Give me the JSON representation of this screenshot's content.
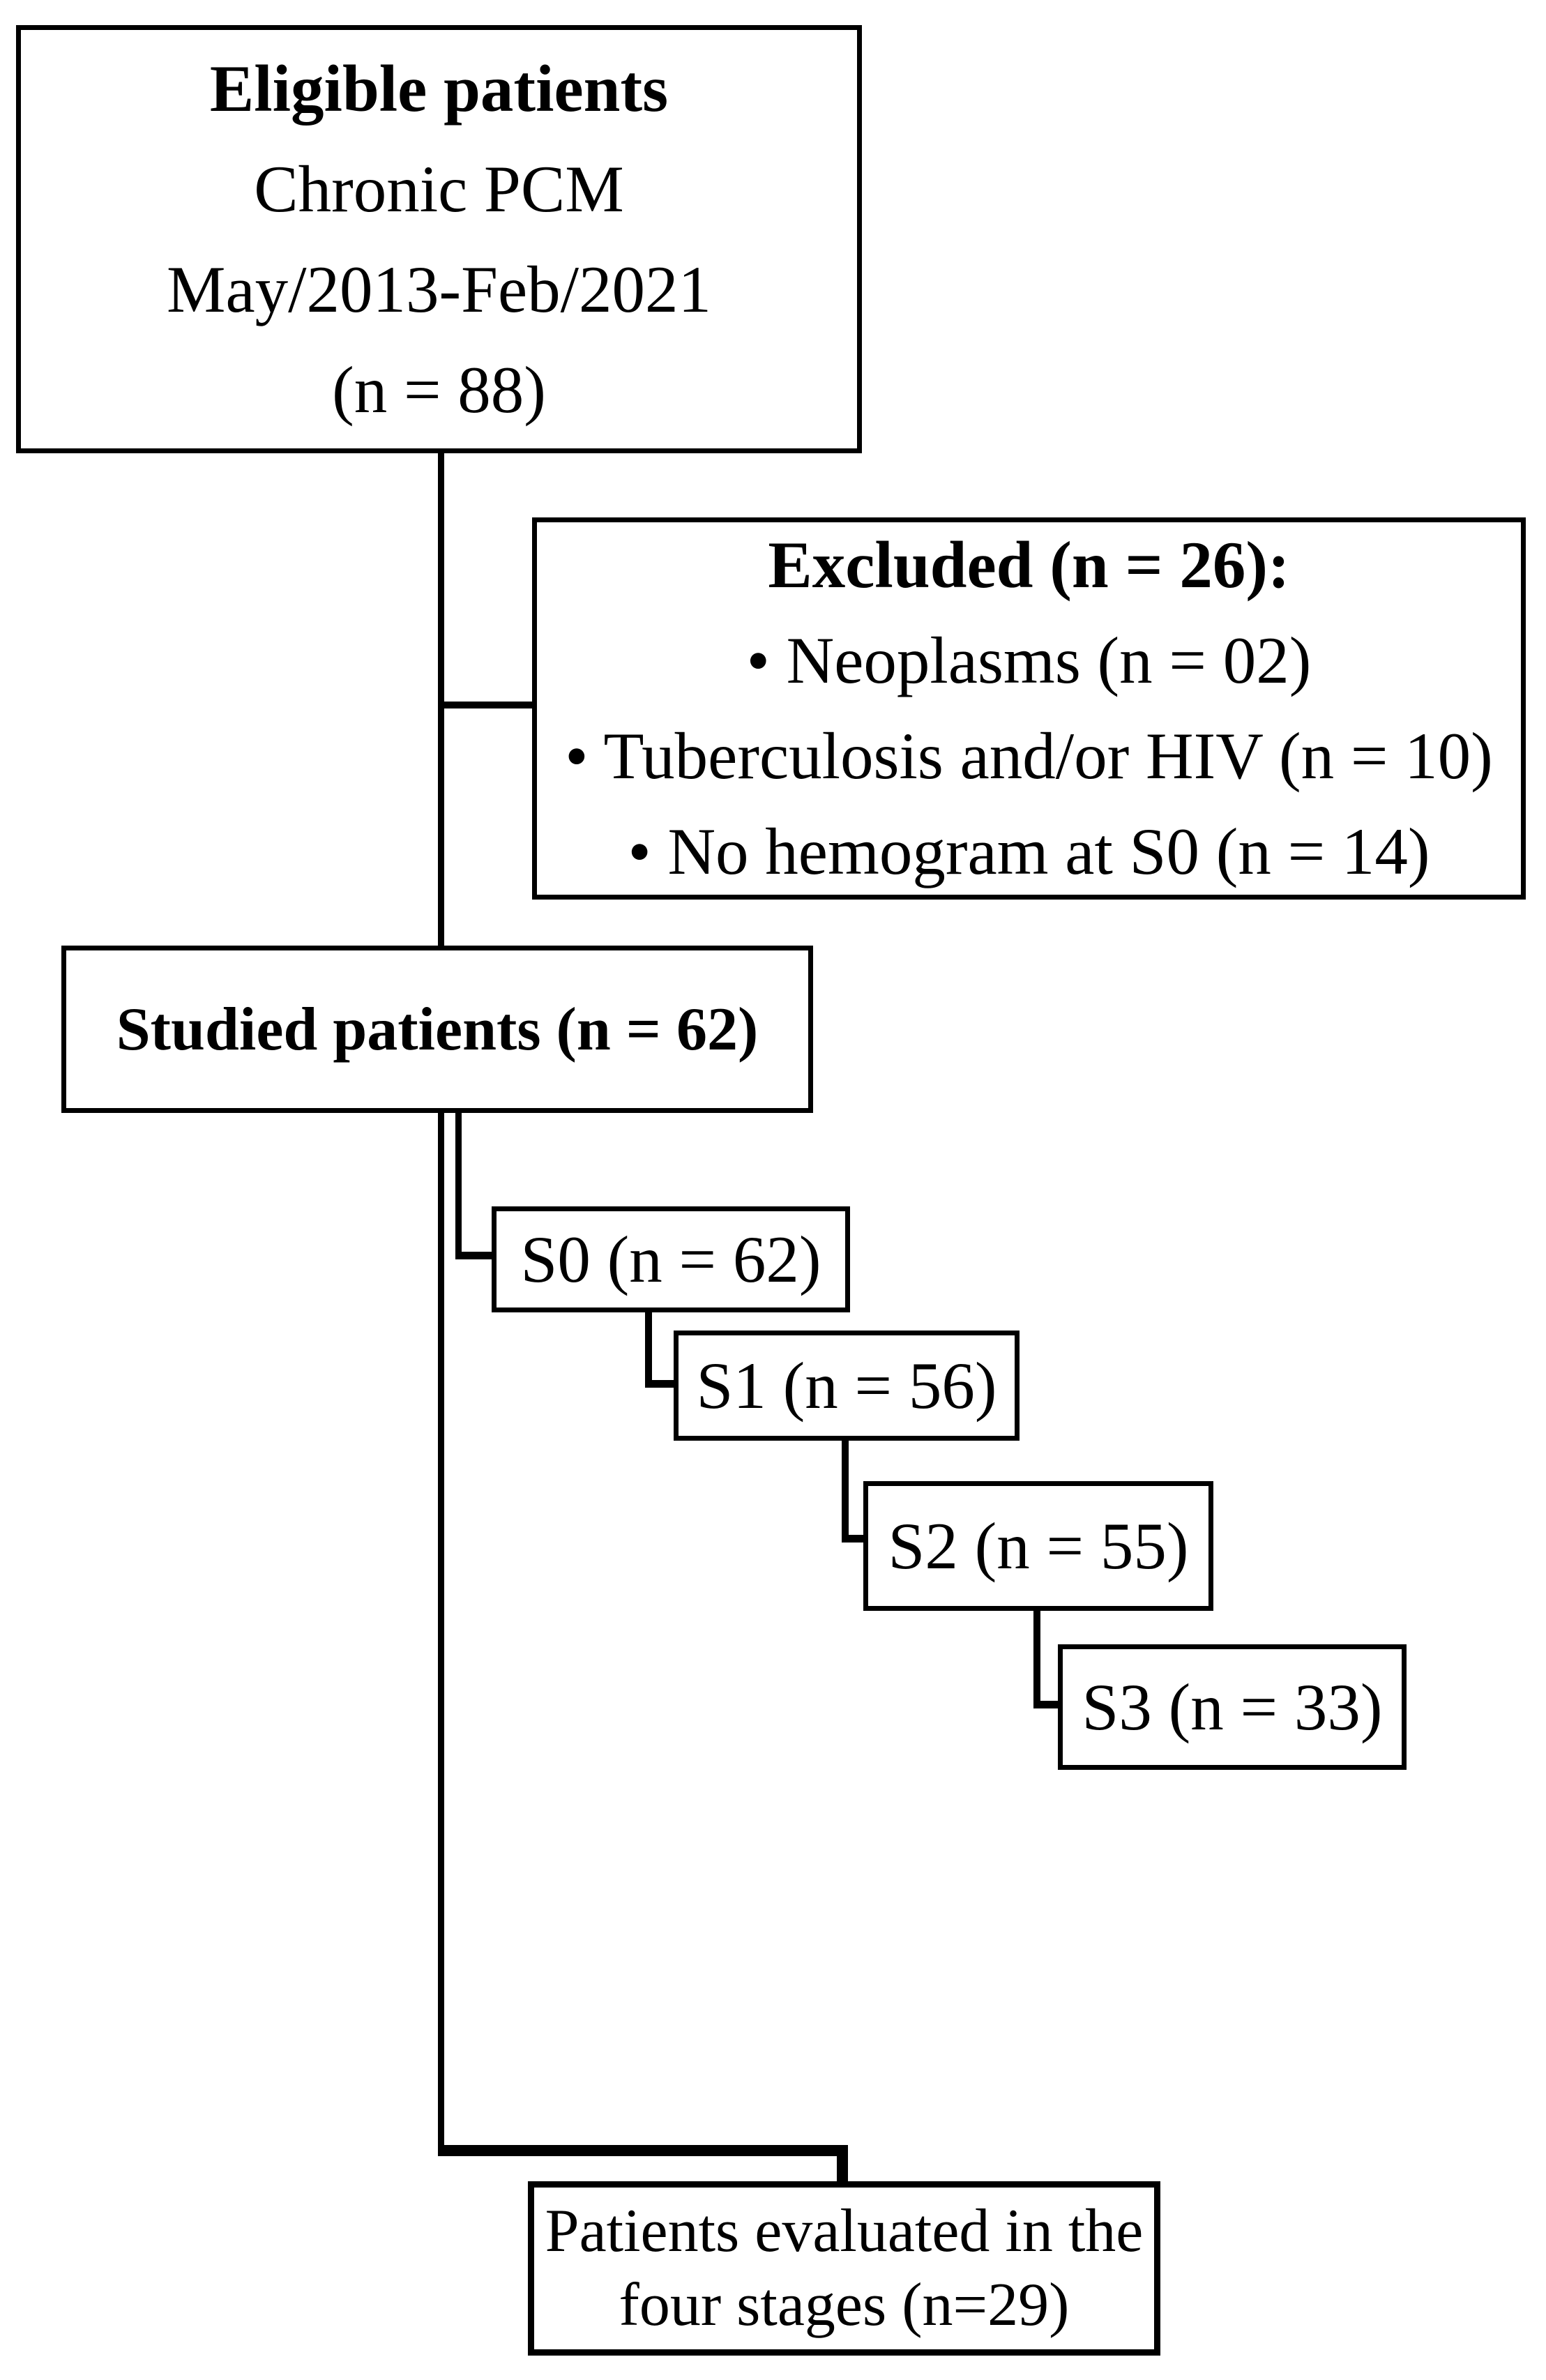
{
  "figure": {
    "type": "patient-flow-diagram",
    "background_color": "#ffffff",
    "line_color": "#000000",
    "text_color": "#000000",
    "eligible": {
      "lines": [
        "Eligible patients",
        "Chronic PCM",
        "May/2013-Feb/2021",
        "(n = 88)"
      ]
    },
    "excluded": {
      "title": "Excluded (n = 26):",
      "items": [
        "• Neoplasms (n = 02)",
        "• Tuberculosis and/or HIV (n = 10)",
        "• No hemogram at S0 (n = 14)"
      ]
    },
    "studied": {
      "label": "Studied patients (n = 62)"
    },
    "stages": [
      {
        "label": "S0 (n = 62)"
      },
      {
        "label": "S1 (n = 56)"
      },
      {
        "label": "S2 (n = 55)"
      },
      {
        "label": "S3 (n = 33)"
      }
    ],
    "final": {
      "lines": [
        "Patients evaluated in the",
        "four stages (n=29)"
      ]
    }
  }
}
